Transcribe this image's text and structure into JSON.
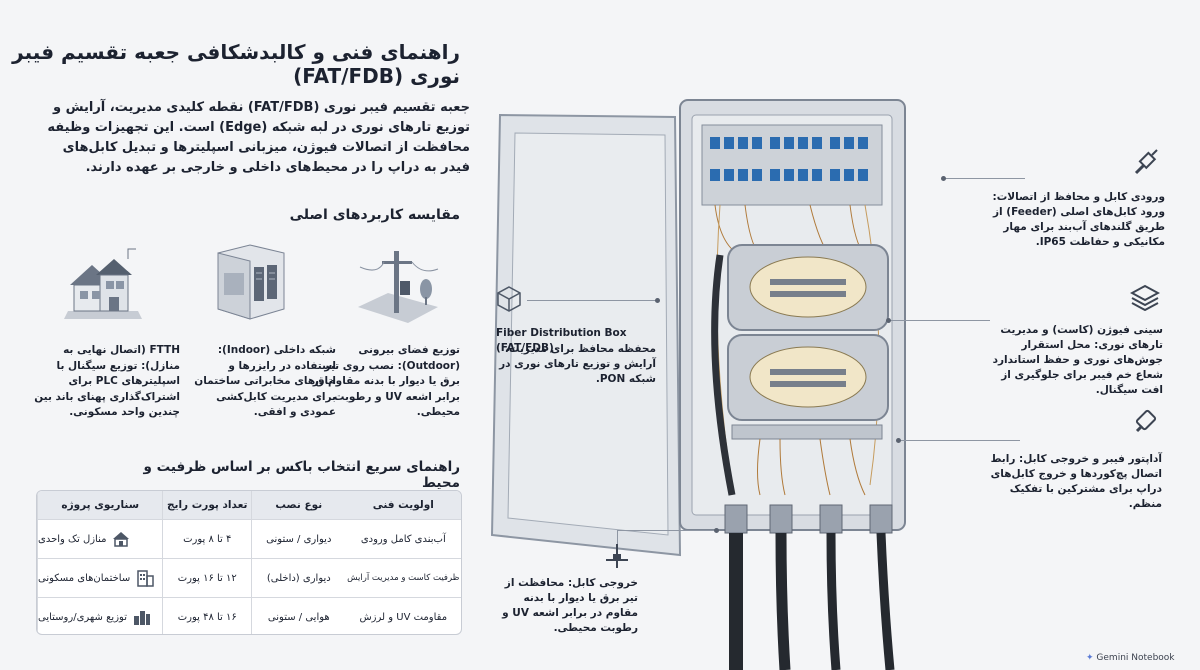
{
  "title": "راهنمای فنی و کالبدشکافی جعبه تقسیم فیبر نوری (FAT/FDB)",
  "intro": "جعبه تقسیم فیبر نوری (FAT/FDB) نقطه کلیدی مدیریت، آرایش و توزیع تارهای نوری در لبه شبکه (Edge) است. این تجهیزات وظیفه محافظت از اتصالات فیوژن، میزبانی اسپلیترها و تبدیل کابل‌های فیدر به دراپ را در محیط‌های داخلی و خارجی بر عهده دارند.",
  "uses": {
    "title": "مقایسه کاربردهای اصلی",
    "items": [
      {
        "icon": "utility-pole-icon",
        "text": "توزیع فضای بیرونی (Outdoor): نصب روی تیر برق یا دیوار با بدنه مقاوم در برابر اشعه UV و رطوبت محیطی."
      },
      {
        "icon": "building-interior-icon",
        "text": "شبکه داخلی (Indoor): استفاده در رایزرها و اتاق‌های مخابراتی ساختمان برای مدیریت کابل‌کشی عمودی و افقی."
      },
      {
        "icon": "house-icon",
        "text": "FTTH (اتصال نهایی به منازل): توزیع سیگنال با اسپلیترهای PLC برای اشتراک‌گذاری پهنای باند بین چندین واحد مسکونی."
      }
    ]
  },
  "table": {
    "title": "راهنمای سریع انتخاب باکس بر اساس ظرفیت و محیط",
    "headers": [
      "سناریوی پروژه",
      "تعداد پورت رایج",
      "نوع نصب",
      "اولویت فنی"
    ],
    "rows": [
      {
        "icon": "home-icon",
        "cells": [
          "منازل تک واحدی",
          "۴ تا ۸ پورت",
          "دیواری / ستونی",
          "آب‌بندی کامل ورودی"
        ]
      },
      {
        "icon": "apartment-icon",
        "cells": [
          "ساختمان‌های مسکونی",
          "۱۲ تا ۱۶ پورت",
          "دیواری (داخلی)",
          "ظرفیت کاست و مدیریت آرایش"
        ]
      },
      {
        "icon": "city-icon",
        "cells": [
          "توزیع شهری/روستایی",
          "۱۶ تا ۴۸ پورت",
          "هوایی / ستونی",
          "مقاومت UV و لرزش"
        ]
      }
    ]
  },
  "callouts": {
    "box_label": "Fiber Distribution Box (FAT/FDB)",
    "box_text": "محفظه محافظ برای مدیریت، آرایش و توزیع تارهای نوری در شبکه PON.",
    "cable_entry": "ورودی کابل و محافظ از اتصالات: ورود کابل‌های اصلی (Feeder) از طریق گلندهای آب‌بند برای مهار مکانیکی و حفاظت IP65.",
    "fusion_tray": "سینی فیوژن (کاست) و مدیریت تارهای نوری: محل استقرار جوش‌های نوری و حفظ استاندارد شعاع خم فیبر برای جلوگیری از افت سیگنال.",
    "adapter": "آداپتور فیبر و خروجی کابل: رابط اتصال پچ‌کوردها و خروج کابل‌های دراپ برای مشترکین با تفکیک منظم.",
    "cable_exit": "خروجی کابل: محافظت از تیر برق یا دیوار با بدنه مقاوم در برابر اشعه UV و رطوبت محیطی."
  },
  "brand": "Gemini Notebook",
  "colors": {
    "accent": "#1d4f8a",
    "adapter_blue": "#2b6cb0",
    "background": "#f4f5f7"
  }
}
